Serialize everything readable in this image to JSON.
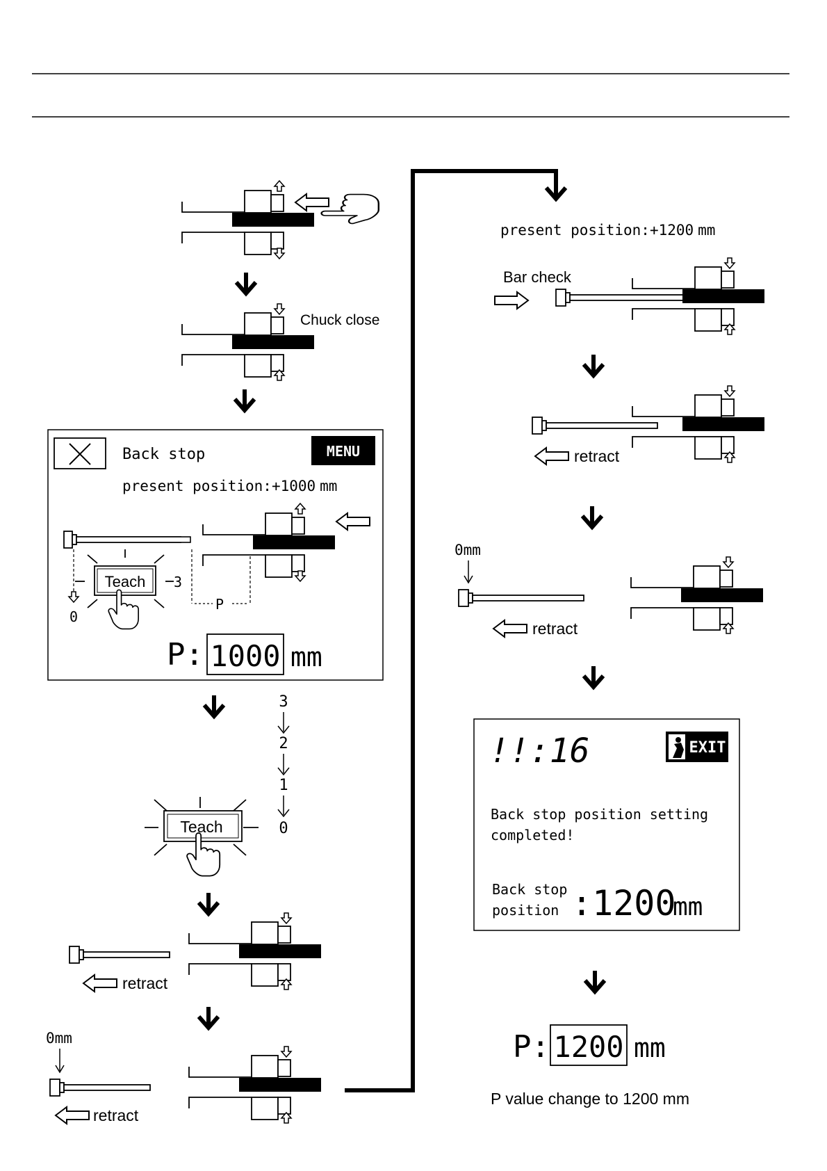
{
  "step1": {
    "label": ""
  },
  "step2": {
    "chuck_label": "Chuck close"
  },
  "screen1": {
    "title": "Back stop",
    "menu_label": "MENU",
    "position_label": "present position:",
    "position_value": "+1000",
    "position_unit": "mm",
    "teach_label": "Teach",
    "countdown_number": "3",
    "zero_label": "0",
    "p_label": "P",
    "p_prefix": "P:",
    "p_value": "1000",
    "p_unit": "mm"
  },
  "countdown": [
    "3",
    "2",
    "1",
    "0"
  ],
  "teach_button": {
    "label": "Teach"
  },
  "retract_label": "retract",
  "zero_mm_label": "0mm",
  "right": {
    "position_label": "present position:",
    "position_value": "+1200",
    "position_unit": "mm",
    "bar_check_label": "Bar check"
  },
  "screen2": {
    "time": "!!:16",
    "exit_label": "EXIT",
    "message_line1": "Back stop position setting",
    "message_line2": "completed!",
    "pos_label_line1": "Back stop",
    "pos_label_line2": "position",
    "pos_value": ":1200",
    "pos_unit": "mm"
  },
  "result": {
    "p_prefix": "P:",
    "p_value": "1200",
    "p_unit": "mm",
    "caption": "P value change to 1200 mm"
  }
}
